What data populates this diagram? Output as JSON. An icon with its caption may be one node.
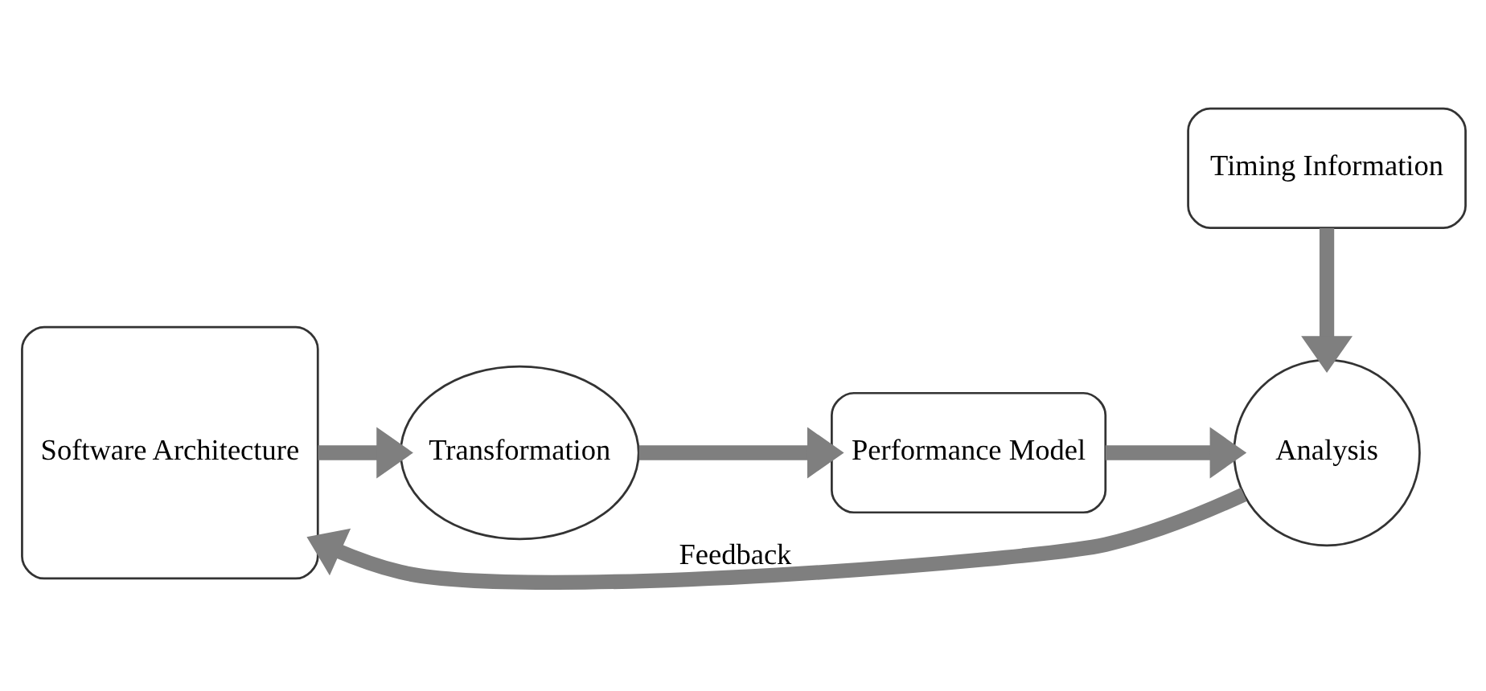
{
  "diagram": {
    "nodes": [
      {
        "text": [
          "Software Architecture"
        ]
      },
      {
        "text": [
          "Transformation"
        ]
      },
      {
        "text": [
          "Performance Model"
        ]
      },
      {
        "text": [
          "Analysis"
        ]
      },
      {
        "text": [
          "Timing Information"
        ]
      }
    ],
    "edges": [
      {
        "from": 0,
        "to": 1,
        "arrow": "to"
      },
      {
        "from": 1,
        "to": 2,
        "arrow": "to"
      },
      {
        "from": 2,
        "to": 3,
        "arrow": "to"
      },
      {
        "from": 4,
        "to": 3,
        "arrow": "to"
      },
      {
        "from": 3,
        "to": 0,
        "arrow": "to",
        "label": "Feedback"
      }
    ]
  }
}
